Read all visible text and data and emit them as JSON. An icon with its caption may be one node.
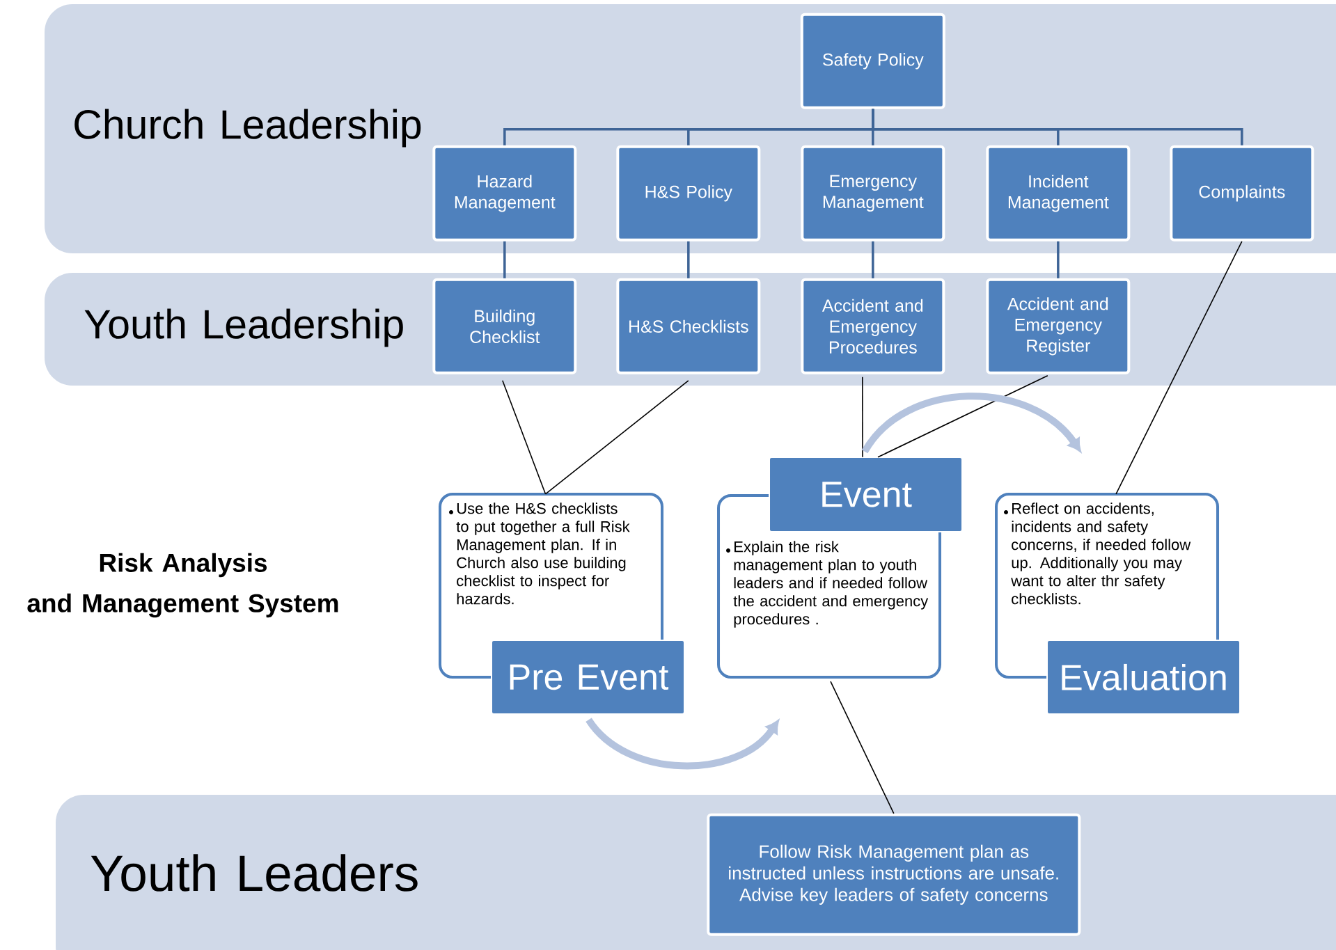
{
  "diagram": {
    "nodes": [
      {
        "text": [
          "Church Leadership"
        ]
      },
      {
        "text": [
          "Safety Policy"
        ],
        "in": 0
      },
      {
        "text": [
          "Hazard Management"
        ],
        "in": 0
      },
      {
        "text": [
          "H&S Policy"
        ],
        "in": 0
      },
      {
        "text": [
          "Emergency Management"
        ],
        "in": 0
      },
      {
        "text": [
          "Incident Management"
        ],
        "in": 0
      },
      {
        "text": [
          "Complaints"
        ],
        "in": 0
      },
      {
        "text": [
          "Youth Leadership"
        ]
      },
      {
        "text": [
          "Building Checklist"
        ],
        "in": 7
      },
      {
        "text": [
          "H&S Checklists"
        ],
        "in": 7
      },
      {
        "text": [
          "Accident and Emergency Procedures"
        ],
        "in": 7
      },
      {
        "text": [
          "Accident and Emergency Register"
        ],
        "in": 7
      },
      {
        "text": [
          "Use the H&S checklists to put together a full Risk Management plan. If in Church also use building checklist to inspect for hazards.",
          "Pre Event"
        ]
      },
      {
        "text": [
          "Event",
          "Explain the risk management plan to youth leaders and if needed follow the accident and emergency procedures ."
        ]
      },
      {
        "text": [
          "Reflect on accidents, incidents and safety concerns,  if needed follow up. Additionally you may want to alter thr safety checklists.",
          "Evaluation"
        ]
      },
      {
        "text": [
          "Youth Leaders"
        ]
      },
      {
        "text": [
          "Follow Risk Management plan as instructed unless instructions are unsafe. Advise key leaders of safety concerns"
        ],
        "in": 15
      }
    ],
    "edges": [
      {
        "from": 1,
        "to": 2,
        "arrow": "none"
      },
      {
        "from": 1,
        "to": 3,
        "arrow": "none"
      },
      {
        "from": 1,
        "to": 4,
        "arrow": "none"
      },
      {
        "from": 1,
        "to": 5,
        "arrow": "none"
      },
      {
        "from": 1,
        "to": 6,
        "arrow": "none"
      },
      {
        "from": 2,
        "to": 8,
        "arrow": "none"
      },
      {
        "from": 3,
        "to": 9,
        "arrow": "none"
      },
      {
        "from": 4,
        "to": 10,
        "arrow": "none"
      },
      {
        "from": 5,
        "to": 11,
        "arrow": "none"
      },
      {
        "from": 8,
        "to": 12,
        "arrow": "none",
        "color": "#000000"
      },
      {
        "from": 9,
        "to": 12,
        "arrow": "none",
        "color": "#000000"
      },
      {
        "from": 10,
        "to": 13,
        "arrow": "none",
        "color": "#000000"
      },
      {
        "from": 11,
        "to": 13,
        "arrow": "none",
        "color": "#000000"
      },
      {
        "from": 6,
        "to": 14,
        "arrow": "none",
        "color": "#000000"
      },
      {
        "from": 13,
        "to": 16,
        "arrow": "none",
        "color": "#000000"
      },
      {
        "from": 12,
        "to": 13,
        "arrow": "to",
        "style": "thick",
        "color": "#b4c3de"
      },
      {
        "from": 13,
        "to": 14,
        "arrow": "to",
        "style": "thick",
        "color": "#b4c3de"
      }
    ],
    "labels": [
      "Risk Analysis",
      "and Management System"
    ]
  }
}
